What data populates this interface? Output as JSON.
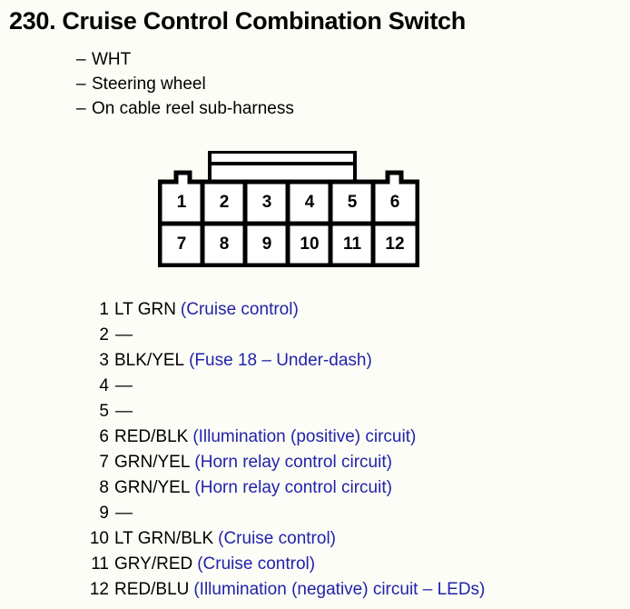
{
  "title": {
    "number": "230.",
    "text": "Cruise Control Combination Switch"
  },
  "subheadings": [
    "WHT",
    "Steering wheel",
    "On cable reel sub-harness"
  ],
  "dash_glyph": "–",
  "connector": {
    "rows": [
      [
        "1",
        "2",
        "3",
        "4",
        "5",
        "6"
      ],
      [
        "7",
        "8",
        "9",
        "10",
        "11",
        "12"
      ]
    ]
  },
  "colors": {
    "description_blue": "#2222aa",
    "ink_black": "#000000",
    "page_background": "#fdfdf7"
  },
  "pins": [
    {
      "number": "1",
      "wire": "LT GRN",
      "desc": "(Cruise control)"
    },
    {
      "number": "2",
      "wire": "—",
      "desc": ""
    },
    {
      "number": "3",
      "wire": "BLK/YEL",
      "desc": "(Fuse 18 – Under-dash)"
    },
    {
      "number": "4",
      "wire": "—",
      "desc": ""
    },
    {
      "number": "5",
      "wire": "—",
      "desc": ""
    },
    {
      "number": "6",
      "wire": "RED/BLK",
      "desc": "(Illumination (positive) circuit)"
    },
    {
      "number": "7",
      "wire": "GRN/YEL",
      "desc": "(Horn relay control circuit)"
    },
    {
      "number": "8",
      "wire": "GRN/YEL",
      "desc": "(Horn relay control circuit)"
    },
    {
      "number": "9",
      "wire": "—",
      "desc": ""
    },
    {
      "number": "10",
      "wire": "LT GRN/BLK",
      "desc": "(Cruise control)"
    },
    {
      "number": "11",
      "wire": "GRY/RED",
      "desc": "(Cruise control)"
    },
    {
      "number": "12",
      "wire": "RED/BLU",
      "desc": "(Illumination (negative) circuit – LEDs)"
    }
  ]
}
